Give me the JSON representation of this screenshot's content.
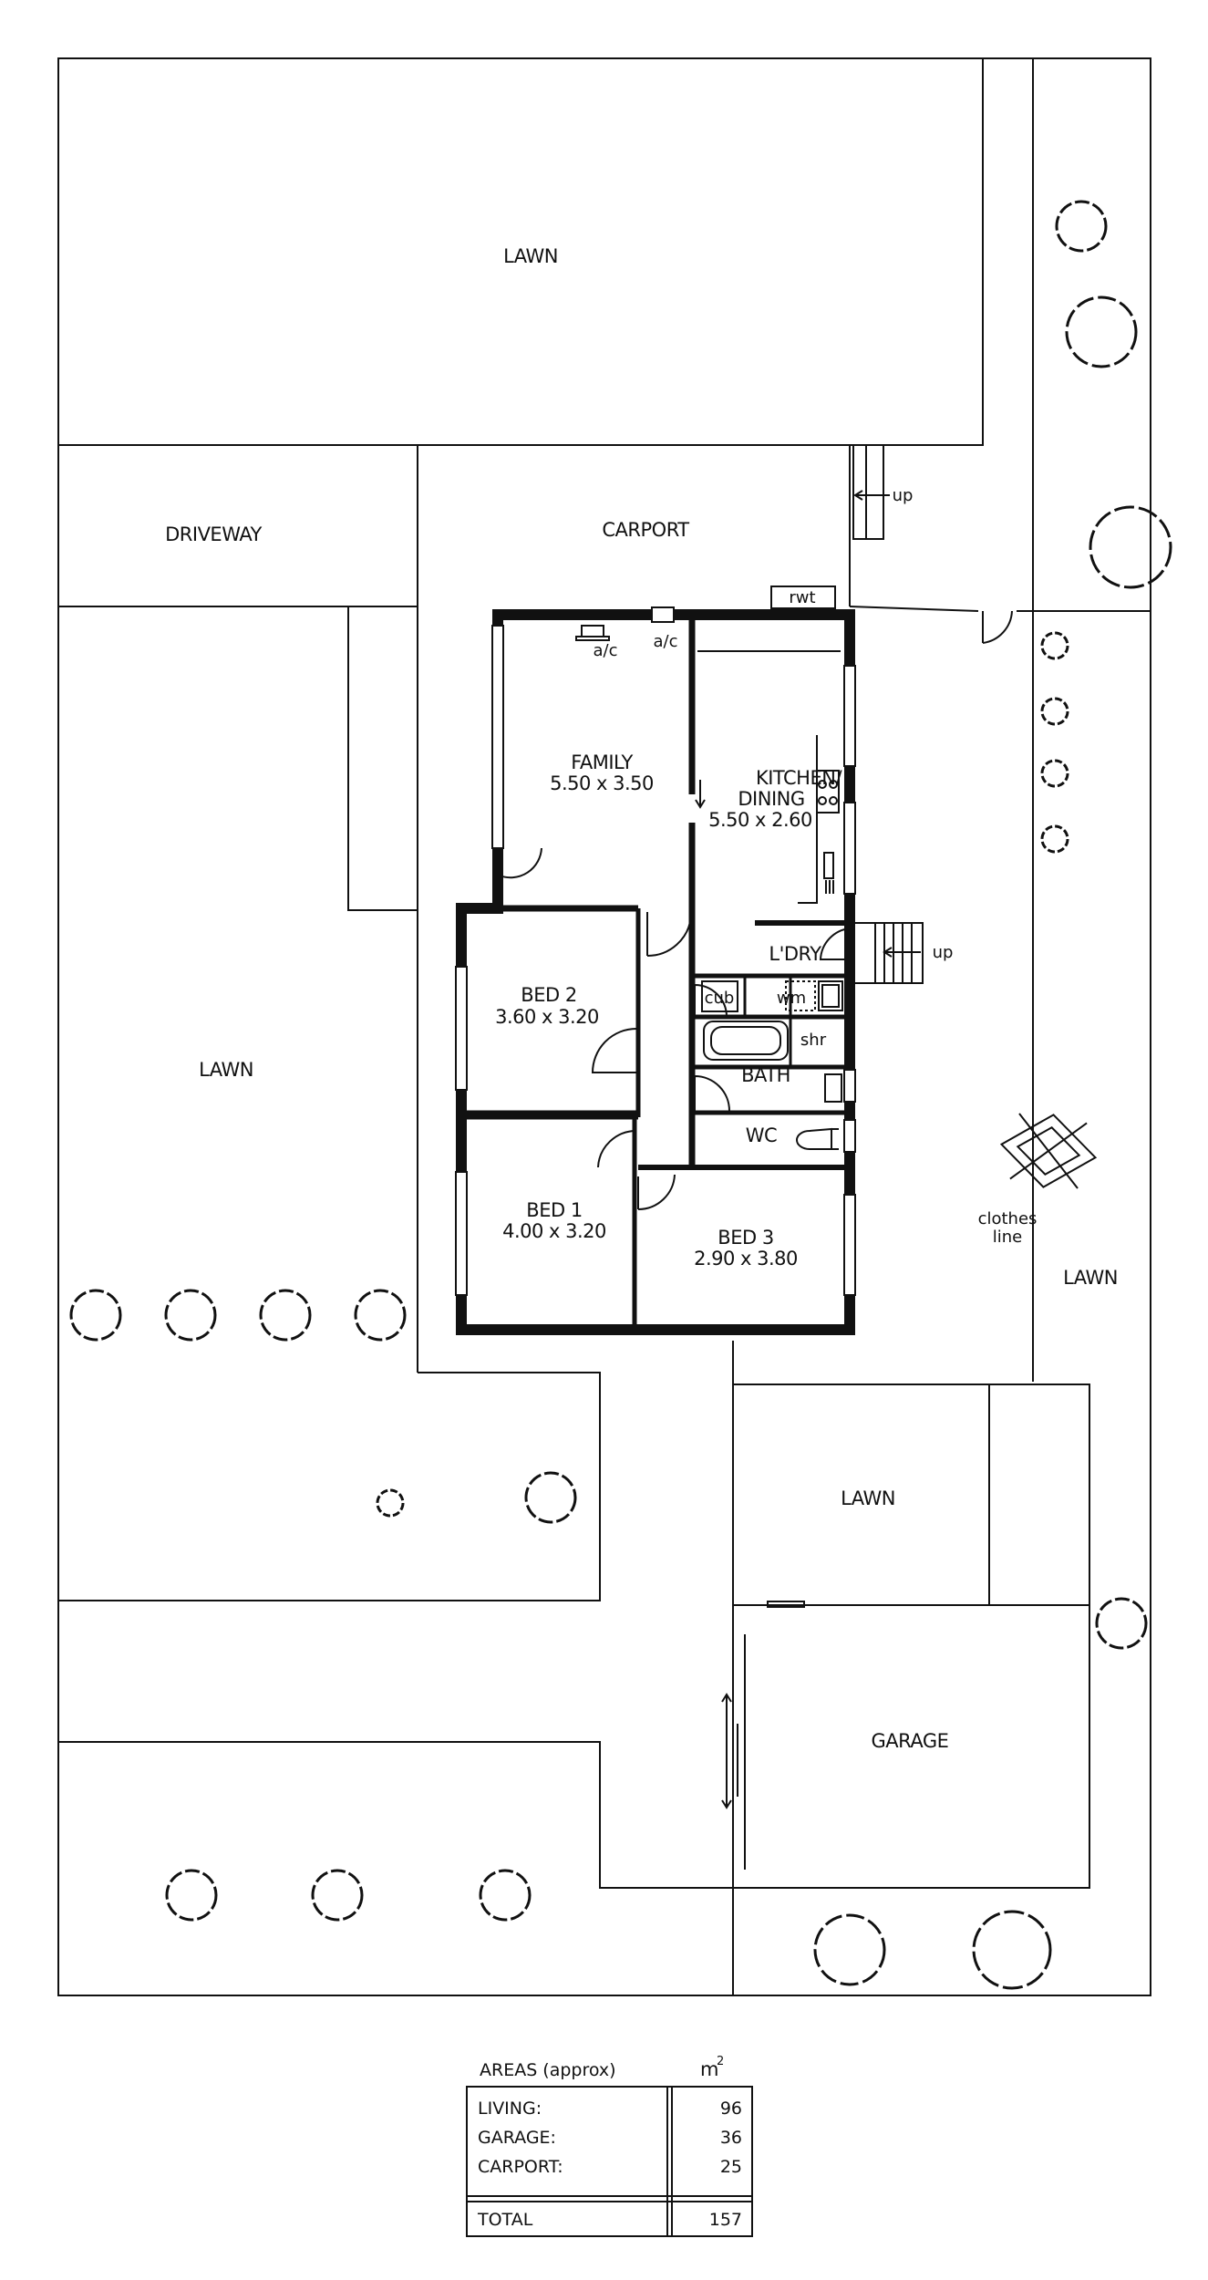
{
  "labels": {
    "lawn_top": "LAWN",
    "driveway": "DRIVEWAY",
    "carport": "CARPORT",
    "rwt": "rwt",
    "up_top": "up",
    "ac_1": "a/c",
    "ac_2": "a/c",
    "family": "FAMILY",
    "family_dim": "5.50 x 3.50",
    "kitchen_1": "KITCHEN/",
    "kitchen_2": "DINING",
    "kitchen_dim": "5.50 x 2.60",
    "laundry": "L'DRY",
    "up_side": "up",
    "bed2": "BED 2",
    "bed2_dim": "3.60 x 3.20",
    "cub": "cub",
    "wm": "wm",
    "shr": "shr",
    "bath": "BATH",
    "wc": "WC",
    "bed1": "BED 1",
    "bed1_dim": "4.00 x 3.20",
    "bed3": "BED 3",
    "bed3_dim": "2.90 x 3.80",
    "lawn_left": "LAWN",
    "clothes_1": "clothes",
    "clothes_2": "line",
    "lawn_right": "LAWN",
    "lawn_mid": "LAWN",
    "garage": "GARAGE"
  },
  "areas": {
    "title": "AREAS (approx)",
    "unit": "m",
    "unit_sup": "2",
    "rows": [
      {
        "label": "LIVING:",
        "value": "96"
      },
      {
        "label": "GARAGE:",
        "value": "36"
      },
      {
        "label": "CARPORT:",
        "value": "25"
      }
    ],
    "total_label": "TOTAL",
    "total_value": "157"
  }
}
